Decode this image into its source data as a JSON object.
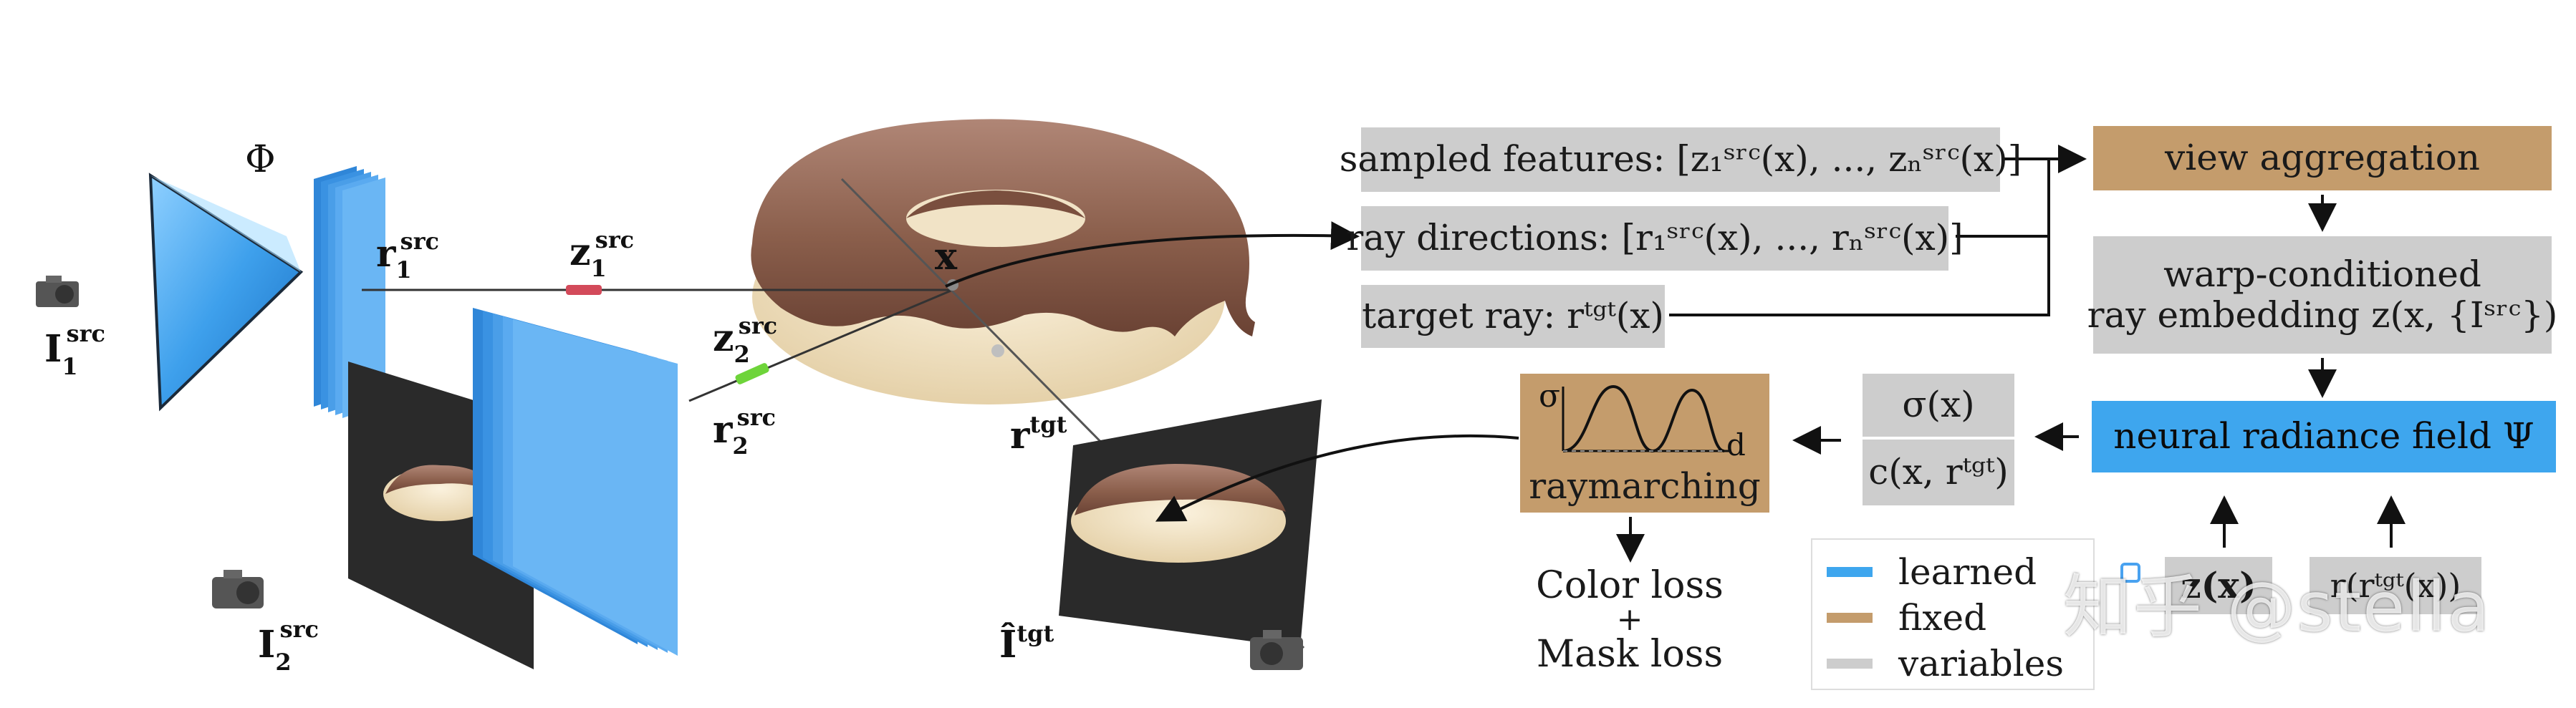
{
  "figure": {
    "labels": {
      "encoder": "Φ",
      "camera_1": "I",
      "camera_1_sub": "1",
      "camera_1_sup": "src",
      "camera_2": "I",
      "camera_2_sub": "2",
      "camera_2_sup": "src",
      "ray_1": "r",
      "ray_1_sub": "1",
      "ray_1_sup": "src",
      "ray_2": "r",
      "ray_2_sub": "2",
      "ray_2_sup": "src",
      "feat_1": "z",
      "feat_1_sub": "1",
      "feat_1_sup": "src",
      "feat_2": "z",
      "feat_2_sub": "2",
      "feat_2_sup": "src",
      "point": "x",
      "target_ray": "r",
      "target_ray_sup": "tgt",
      "target_image": "Î",
      "target_image_sup": "tgt"
    },
    "inputs": {
      "sampled_features": "sampled features: [z₁ˢʳᶜ(x), ..., zₙˢʳᶜ(x)]",
      "ray_directions": "ray directions: [r₁ˢʳᶜ(x), ..., rₙˢʳᶜ(x)]",
      "target_ray": "target ray: rᵗᵍᵗ(x)"
    },
    "blocks": {
      "view_aggregation": "view aggregation",
      "warp_line1": "warp-conditioned",
      "warp_line2": "ray embedding z(x, {Iˢʳᶜ})",
      "nerf": "neural radiance field  Ψ",
      "sigma": "σ(x)",
      "color": "c(x, rᵗᵍᵗ)",
      "raymarching": "raymarching",
      "plot_y": "σ",
      "plot_x": "d",
      "z_in": "z(x)",
      "r_in": "r(rᵗᵍᵗ(x))"
    },
    "losses": {
      "color_loss": "Color loss",
      "plus": "+",
      "mask_loss": "Mask loss"
    },
    "legend": [
      {
        "label": "learned",
        "color": "#3ea6ee"
      },
      {
        "label": "fixed",
        "color": "#c49c6c"
      },
      {
        "label": "variables",
        "color": "#cdcdcd"
      }
    ],
    "watermark": "知乎 @stella"
  },
  "colors": {
    "blue": "#3ea6ee",
    "tan": "#c49c6c",
    "gray": "#cdcdcd",
    "donut_dough": "#f1e3c6",
    "donut_icing": "#8a5e4b"
  }
}
